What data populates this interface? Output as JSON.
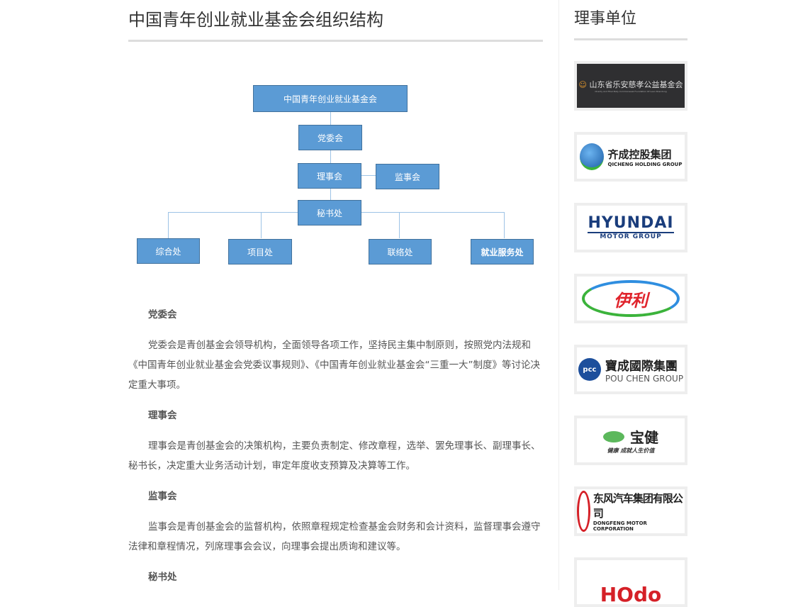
{
  "main": {
    "title": "中国青年创业就业基金会组织结构",
    "chart": {
      "root": "中国青年创业就业基金会",
      "party": "党委会",
      "board": "理事会",
      "supervisors": "监事会",
      "secretariat": "秘书处",
      "depts": [
        "综合处",
        "项目处",
        "联络处",
        "就业服务处"
      ]
    },
    "sections": [
      {
        "heading": "党委会",
        "body": "党委会是青创基金会领导机构，全面领导各项工作，坚持民主集中制原则，按照党内法规和《中国青年创业就业基金会党委议事规则》、《中国青年创业就业基金会“三重一大”制度》等讨论决定重大事项。"
      },
      {
        "heading": "理事会",
        "body": "理事会是青创基金会的决策机构，主要负责制定、修改章程，选举、罢免理事长、副理事长、秘书长，决定重大业务活动计划，审定年度收支预算及决算等工作。"
      },
      {
        "heading": "监事会",
        "body": "监事会是青创基金会的监督机构，依照章程规定检查基金会财务和会计资料，监督理事会遵守法律和章程情况，列席理事会会议，向理事会提出质询和建议等。"
      },
      {
        "heading": "秘书处"
      }
    ]
  },
  "sidebar": {
    "title": "理事单位",
    "logos": [
      {
        "name": "山东省乐安慈孝公益基金会",
        "sub": "Charity And Filial Piety Commonweal Foundation Of Lean Shandong"
      },
      {
        "name": "齐成控股集团",
        "sub": "QICHENG HOLDING GROUP"
      },
      {
        "name": "HYUNDAI",
        "sub": "MOTOR GROUP"
      },
      {
        "name": "伊利"
      },
      {
        "name": "寶成國際集團",
        "sub": "POU CHEN GROUP"
      },
      {
        "name": "宝健",
        "sub": "健康 成就人生价值"
      },
      {
        "name": "东风汽车集团有限公司",
        "sub": "DONGFENG MOTOR CORPORATION"
      },
      {
        "name": "HOdo"
      }
    ]
  }
}
